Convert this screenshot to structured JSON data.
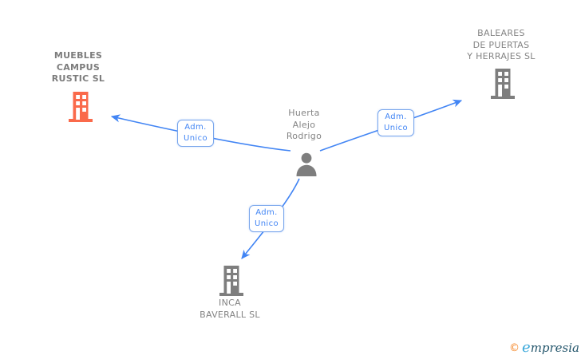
{
  "person": {
    "name": "Huerta\nAlejo\nRodrigo"
  },
  "companies": [
    {
      "name": "MUEBLES\nCAMPUS\nRUSTIC SL",
      "highlighted": true
    },
    {
      "name": "BALEARES\nDE PUERTAS\nY HERRAJES SL",
      "highlighted": false
    },
    {
      "name": "INCA\nBAVERALL SL",
      "highlighted": false
    }
  ],
  "edges": [
    {
      "label": "Adm.\nUnico"
    },
    {
      "label": "Adm.\nUnico"
    },
    {
      "label": "Adm.\nUnico"
    }
  ],
  "footer": {
    "copyright": "©",
    "brand_initial": "e",
    "brand_rest": "mpresia"
  },
  "colors": {
    "edge_blue": "#4285F4",
    "box_border_blue": "#79A6EC",
    "node_gray": "#848484",
    "icon_gray": "#7E7E7E",
    "building_orange": "#FA6A4B",
    "logo_orange": "#F5821F",
    "logo_light_blue": "#3BA9DB",
    "logo_dark_teal": "#23556B"
  }
}
